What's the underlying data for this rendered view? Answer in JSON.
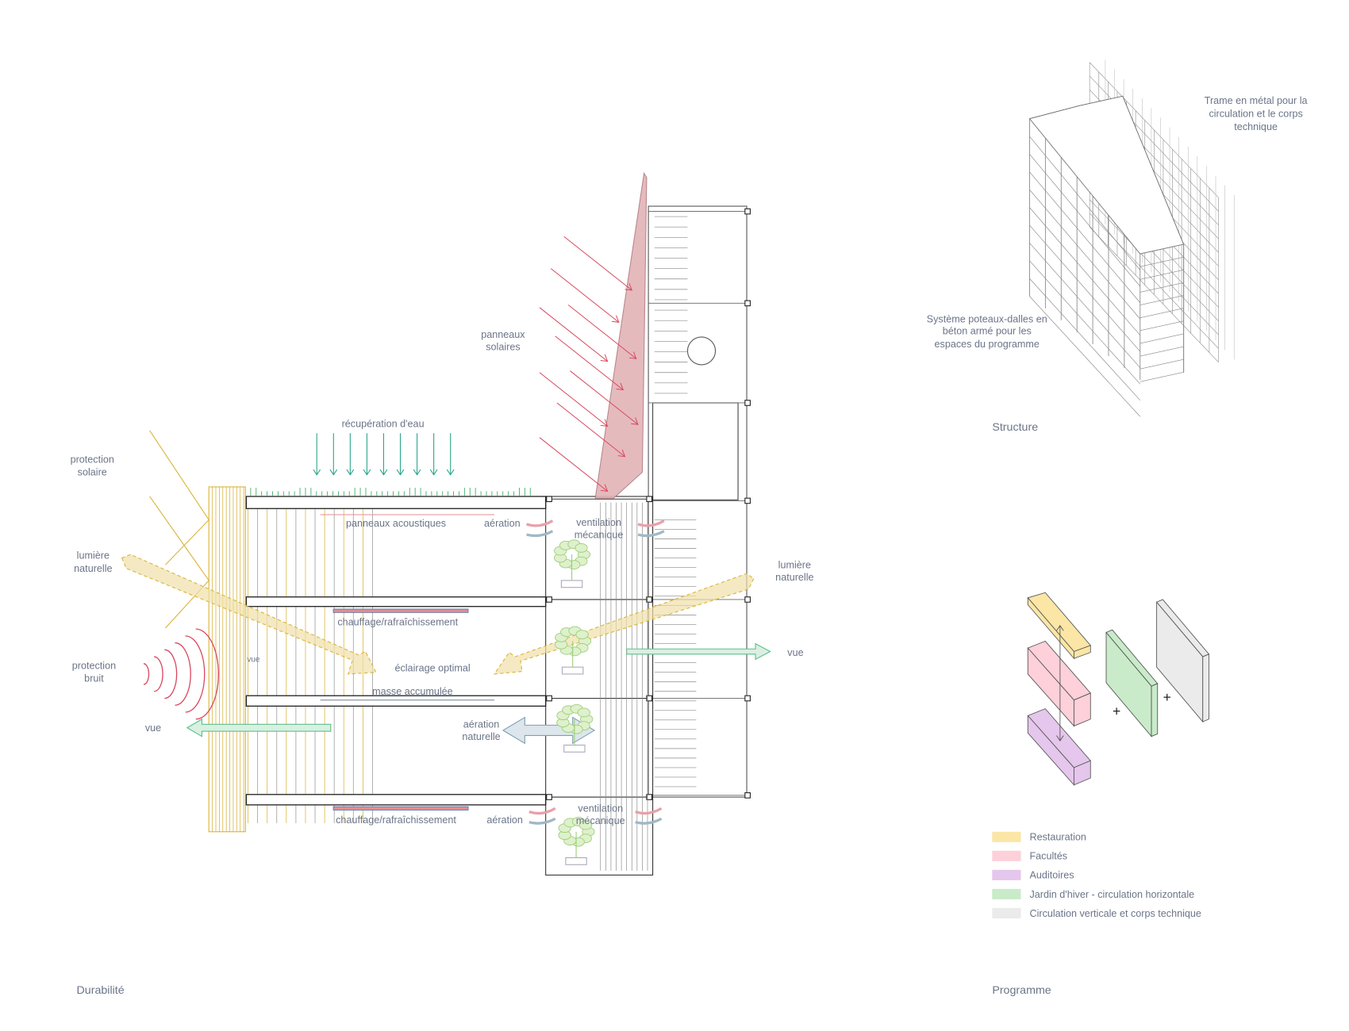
{
  "durabilite": {
    "title": "Durabilité",
    "labels": {
      "protection_solaire": [
        "protection",
        "solaire"
      ],
      "lumiere_naturelle_left": [
        "lumière",
        "naturelle"
      ],
      "protection_bruit": [
        "protection",
        "bruit"
      ],
      "vue_left": "vue",
      "recuperation_eau": "récupération d'eau",
      "panneaux_solaires": [
        "panneaux",
        "solaires"
      ],
      "panneaux_acoustiques": "panneaux acoustiques",
      "aeration_top": "aération",
      "ventilation_top": [
        "ventilation",
        "mécanique"
      ],
      "lumiere_naturelle_right": [
        "lumière",
        "naturelle"
      ],
      "vue_right": "vue",
      "chauffage_top": "chauffage/rafraîchissement",
      "vue_small": "vue",
      "eclairage_optimal": "éclairage optimal",
      "masse_accumulee": "masse accumulée",
      "aeration_naturelle": [
        "aération",
        "naturelle"
      ],
      "chauffage_bottom": "chauffage/rafraîchissement",
      "aeration_bottom": "aération",
      "ventilation_bottom": [
        "ventilation",
        "mécanique"
      ]
    },
    "colors": {
      "solar": "#d9b43a",
      "sun_rays": "#d9485f",
      "water": "#2aa58c",
      "view": "#5cbf8a",
      "air": "#7f9fb0",
      "panel": "#d9a3a8"
    }
  },
  "structure": {
    "title": "Structure",
    "metal_label": [
      "Trame en métal pour la",
      "circulation et le corps",
      "technique"
    ],
    "concrete_label": [
      "Système poteaux-dalles en",
      "béton armé pour les",
      "espaces du programme"
    ]
  },
  "programme": {
    "title": "Programme",
    "legend": [
      {
        "label": "Restauration",
        "color": "#fbe6a6"
      },
      {
        "label": "Facultés",
        "color": "#fdd0da"
      },
      {
        "label": "Auditoires",
        "color": "#e5c6ec"
      },
      {
        "label": "Jardin d'hiver - circulation horizontale",
        "color": "#c9ebc9"
      },
      {
        "label": "Circulation verticale et corps technique",
        "color": "#ebebeb"
      }
    ],
    "plus_signs": [
      "+",
      "+"
    ]
  }
}
